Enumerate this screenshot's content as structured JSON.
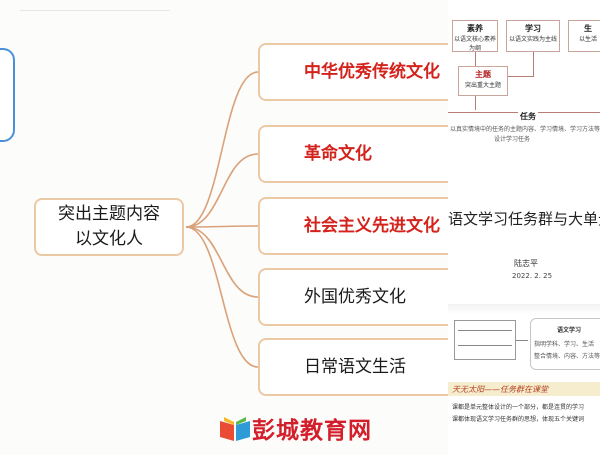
{
  "mindmap": {
    "root": {
      "line1": "突出主题内容",
      "line2": "以文化人"
    },
    "branches": [
      {
        "label": "中华优秀传统文化",
        "style": "red"
      },
      {
        "label": "革命文化",
        "style": "red"
      },
      {
        "label": "社会主义先进文化",
        "style": "red"
      },
      {
        "label": "外国优秀文化",
        "style": "dark"
      },
      {
        "label": "日常语文生活",
        "style": "dark"
      }
    ]
  },
  "slide_panel": {
    "boxes": [
      {
        "heading": "素养",
        "sub": "以语文核心素养为纲"
      },
      {
        "heading": "学习",
        "sub": "以语文实践为主线"
      },
      {
        "heading": "生",
        "sub": "以生活"
      }
    ],
    "theme_box": {
      "heading": "主题",
      "sub": "突出重大主题"
    },
    "task": {
      "heading": "任务",
      "line1": "以真实情境中的任务的主题内容、学习情境、学习方法等",
      "line2": "设计学习任务"
    },
    "title": "语文学习任务群与大单元教",
    "author": "陆志平",
    "date": "2022. 2. 25",
    "mini_label": "语文学习",
    "mini_lines": [
      "指明学科、学习、生活",
      "整合情境、内容、方法等"
    ],
    "section_label": "天无太阳——任务群在课堂",
    "body_lines": [
      "课都是单元整体设计的一个部分，都是连贯的学习",
      "课都体现语文学习任务群的思想，体现五个关键词"
    ]
  },
  "watermark": {
    "text": "彭城教育网",
    "icon": "open-book-icon"
  },
  "colors": {
    "accent_red": "#d3231c",
    "node_border": "#ebc9a4",
    "connector": "#d9a27a"
  }
}
